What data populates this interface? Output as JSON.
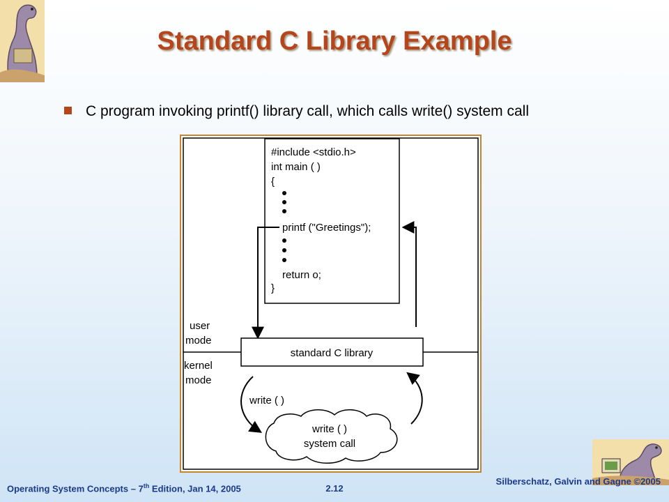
{
  "slide": {
    "title": "Standard C Library Example",
    "bullet": "C program invoking printf() library call, which calls write() system call"
  },
  "diagram": {
    "code_lines": [
      "#include <stdio.h>",
      "int main ( )",
      "{",
      "printf (\"Greetings\");",
      "return o;",
      "}"
    ],
    "user_mode_line1": "user",
    "user_mode_line2": "mode",
    "kernel_mode_line1": "kernel",
    "kernel_mode_line2": "mode",
    "library_label": "standard C library",
    "write_call_label": "write ( )",
    "syscall_line1": "write ( )",
    "syscall_line2": "system call"
  },
  "footer": {
    "left_prefix": "Operating System Concepts – 7",
    "left_sup": "th",
    "left_suffix": " Edition, Jan 14, 2005",
    "page": "2.12",
    "right": "Silberschatz, Galvin and Gagne ©2005"
  },
  "colors": {
    "title": "#b5451b",
    "bullet": "#b5451b",
    "footer": "#1a3a8a",
    "diagram_border": "#c9852e"
  },
  "icons": {
    "top_left": "dinosaur-reading-icon",
    "bottom_right": "dinosaur-computer-icon"
  }
}
